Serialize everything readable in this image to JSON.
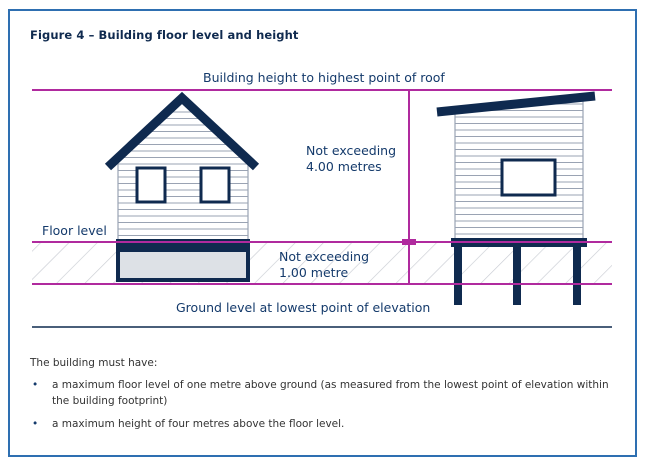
{
  "figure_title": "Figure 4 – Building floor level and height",
  "labels": {
    "building_height": "Building height to highest point of roof",
    "max_height_line1": "Not exceeding",
    "max_height_line2": "4.00 metres",
    "floor_level": "Floor level",
    "max_floor_line1": "Not exceeding",
    "max_floor_line2": "1.00 metre",
    "ground_level": "Ground level at lowest point of elevation"
  },
  "colors": {
    "border": "#2e6fb1",
    "navy": "#0f2a4f",
    "magenta": "#b02a9e",
    "hatch": "#c9ccd3",
    "siding": "#9aa3b3",
    "foundation_fill": "#dde1e6"
  },
  "requirements": {
    "intro": "The building must have:",
    "items": [
      "a maximum floor level of one metre above ground (as measured from the lowest point of elevation within the building footprint)",
      "a maximum height of four metres above the floor level."
    ]
  }
}
